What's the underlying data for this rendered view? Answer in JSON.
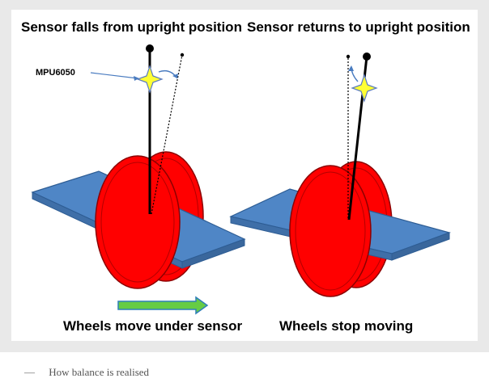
{
  "panels": {
    "left": {
      "title": "Sensor falls from upright position",
      "caption": "Wheels move under sensor",
      "sensor_label": "MPU6050"
    },
    "right": {
      "title": "Sensor returns to upright position",
      "caption": "Wheels stop moving"
    }
  },
  "figure_caption": {
    "dash": "—",
    "text": "How balance is realised"
  },
  "colors": {
    "wheel": "#ff0000",
    "wheel_outline": "#8c0000",
    "board": "#4f86c6",
    "board_outline": "#2e5d94",
    "sensor": "#ffff33",
    "arrow": "#66cc44",
    "arrow_outline": "#2f7fb8",
    "curve_arrow": "#4a7cc0"
  },
  "icons": {
    "sensor": "star-icon",
    "motion": "right-arrow-icon"
  }
}
